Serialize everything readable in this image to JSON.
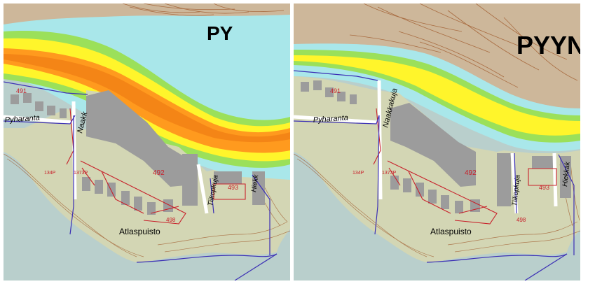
{
  "colors": {
    "sea": "#b9cfcc",
    "land": "#d3d6b4",
    "hill": "#cdb79a",
    "contour": "#a05a2c",
    "water_light": "#a9e7ea",
    "band_green": "#9be05a",
    "band_yellow": "#fff52b",
    "band_orange": "#ff9a1e",
    "building": "#9c9c9c",
    "parcel": "#c8202a",
    "boundary": "#3b2fb5"
  },
  "panels": [
    {
      "id": "left",
      "place_big": "PY",
      "place_park": "Atlaspuisto",
      "street_1": "Pyharanta",
      "street_2": "Naakk",
      "street_3": "Tiikopkuja",
      "street_4": "Hiekk",
      "block_1": "491",
      "block_2": "492",
      "block_3": "493",
      "block_4": "498",
      "lot_1": "134P",
      "lot_2": "1373P",
      "legend_shown": [
        "light-blue",
        "green",
        "yellow",
        "orange"
      ]
    },
    {
      "id": "right",
      "place_big": "PYYN",
      "place_park": "Atlaspuisto",
      "street_1": "Pyharanta",
      "street_2": "Naakkakuja",
      "street_3": "Tiikopkuja",
      "street_4": "Hiekkak",
      "block_1": "491",
      "block_2": "492",
      "block_3": "493",
      "block_4": "498",
      "lot_1": "134P",
      "lot_2": "1373P",
      "legend_shown": [
        "light-blue",
        "green",
        "yellow"
      ]
    }
  ]
}
